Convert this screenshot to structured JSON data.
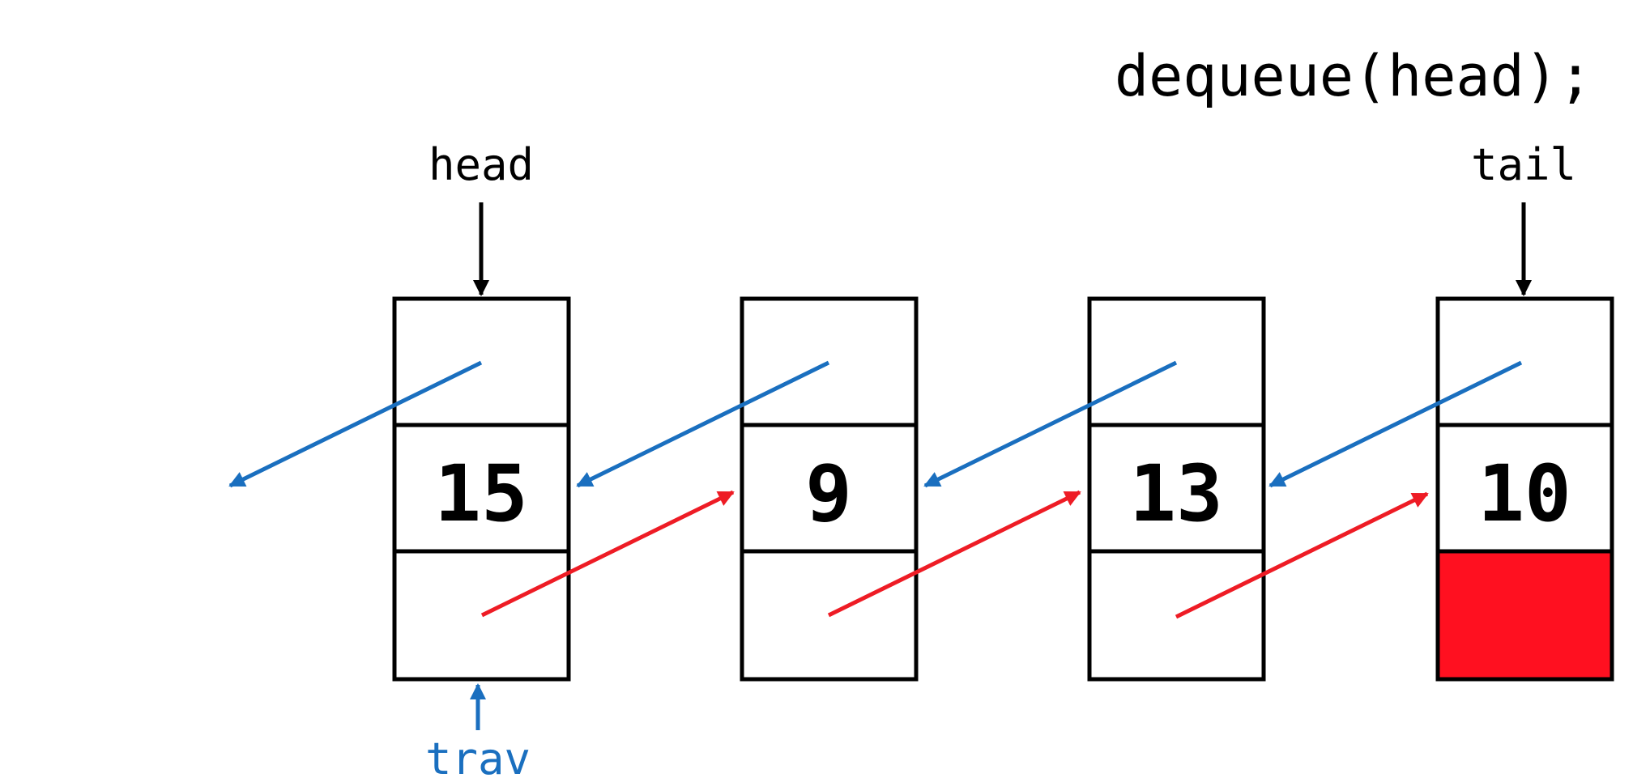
{
  "code_label": "dequeue(head);",
  "head_label": "head",
  "tail_label": "tail",
  "trav_label": "trav",
  "nodes": [
    {
      "value": "15",
      "next_null": false
    },
    {
      "value": "9",
      "next_null": false
    },
    {
      "value": "13",
      "next_null": false
    },
    {
      "value": "10",
      "next_null": true
    }
  ],
  "colors": {
    "prev_arrow": "#1a6fbf",
    "next_arrow": "#ee1c25",
    "null_fill": "#ff1020",
    "trav": "#1a6fbf",
    "outline": "#000000"
  }
}
